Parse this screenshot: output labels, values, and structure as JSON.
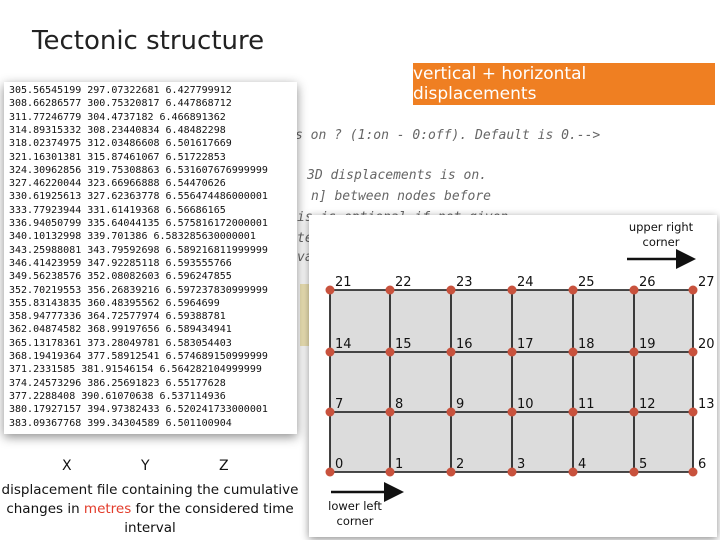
{
  "slide": {
    "title": "Tectonic structure",
    "badge": "vertical + horizontal displacements"
  },
  "background_code": [
    "s on ? (1:on - 0:off). Default is 0.-->",
    "3D displacements is on.",
    "n] between nodes before",
    "is is optional if not given",
    "te",
    "va"
  ],
  "displacement_rows": [
    "305.56545199 297.07322681 6.427799912",
    "308.66286577 300.75320817 6.447868712",
    "311.77246779 304.4737182 6.466891362",
    "314.89315332 308.23440834 6.48482298",
    "318.02374975 312.03486608 6.501617669",
    "321.16301381 315.87461067 6.51722853",
    "324.30962856 319.75308863 6.531607676999999",
    "327.46220044 323.66966888 6.54470626",
    "330.61925613 327.62363778 6.556474486000001",
    "333.77923944 331.61419368 6.56686165",
    "336.94050799 335.64044135 6.575816172000001",
    "340.10132998 339.701386 6.583285630000001",
    "343.25988081 343.79592698 6.589216811999999",
    "346.41423959 347.92285118 6.593555766",
    "349.56238576 352.08082603 6.596247855",
    "352.70219553 356.26839216 6.597237830999999",
    "355.83143835 360.48395562 6.5964699",
    "358.94777336 364.72577974 6.59388781",
    "362.04874582 368.99197656 6.589434941",
    "365.13178361 373.28049781 6.583054403",
    "368.19419364 377.58912541 6.574689150999999",
    "371.2331585 381.91546154 6.564282104999999",
    "374.24573296 386.25691823 6.55177628",
    "377.2288408 390.61070638 6.537114936",
    "380.17927157 394.97382433 6.520241733000001",
    "383.09367768 399.34304589 6.501100904"
  ],
  "axis_labels": {
    "x": "X",
    "y": "Y",
    "z": "Z"
  },
  "caption": {
    "line1": "displacement file containing the cumulative",
    "line2_pre": "changes in ",
    "line2_highlight": "metres",
    "line2_post": " for the considered time",
    "line3": "interval"
  },
  "grid": {
    "rows": [
      [
        "21",
        "22",
        "23",
        "24",
        "25",
        "26",
        "27"
      ],
      [
        "14",
        "15",
        "16",
        "17",
        "18",
        "19",
        "20"
      ],
      [
        "7",
        "8",
        "9",
        "10",
        "11",
        "12",
        "13"
      ],
      [
        "0",
        "1",
        "2",
        "3",
        "4",
        "5",
        "6"
      ]
    ],
    "upper_right_label": [
      "upper right",
      "corner"
    ],
    "lower_left_label": [
      "lower left",
      "corner"
    ],
    "colors": {
      "cell": "#dcdcdc",
      "node": "#c8523d",
      "line": "#111111"
    }
  }
}
